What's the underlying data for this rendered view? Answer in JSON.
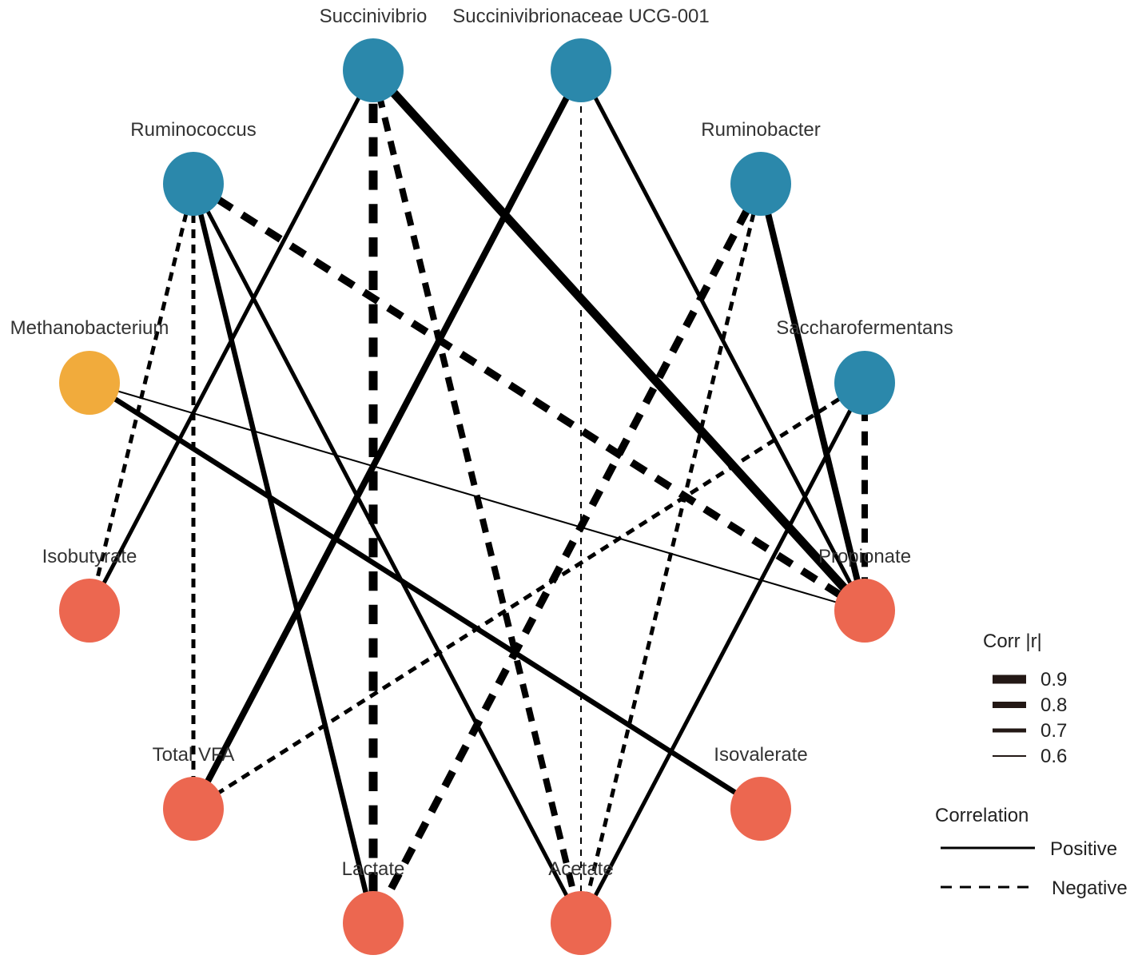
{
  "colors": {
    "bacteria": "#2b88ab",
    "archaea": "#f1ab3c",
    "metabolite": "#ec6750",
    "edge": "#000000"
  },
  "nodes": [
    {
      "id": "succinivibrio",
      "label": "Succinivibrio",
      "group": "bacteria"
    },
    {
      "id": "ucg001",
      "label": "Succinivibrionaceae UCG-001",
      "group": "bacteria"
    },
    {
      "id": "ruminococcus",
      "label": "Ruminococcus",
      "group": "bacteria"
    },
    {
      "id": "ruminobacter",
      "label": "Ruminobacter",
      "group": "bacteria"
    },
    {
      "id": "methanobacterium",
      "label": "Methanobacterium",
      "group": "archaea"
    },
    {
      "id": "saccharofermentans",
      "label": "Saccharofermentans",
      "group": "bacteria"
    },
    {
      "id": "isobutyrate",
      "label": "Isobutyrate",
      "group": "metabolite"
    },
    {
      "id": "propionate",
      "label": "Propionate",
      "group": "metabolite"
    },
    {
      "id": "totalvfa",
      "label": "Total VFA",
      "group": "metabolite"
    },
    {
      "id": "isovalerate",
      "label": "Isovalerate",
      "group": "metabolite"
    },
    {
      "id": "lactate",
      "label": "Lactate",
      "group": "metabolite"
    },
    {
      "id": "acetate",
      "label": "Acetate",
      "group": "metabolite"
    }
  ],
  "edges": [
    {
      "source": "succinivibrio",
      "target": "lactate",
      "r": 0.9,
      "sign": "negative"
    },
    {
      "source": "succinivibrio",
      "target": "propionate",
      "r": 0.9,
      "sign": "positive"
    },
    {
      "source": "succinivibrio",
      "target": "acetate",
      "r": 0.8,
      "sign": "negative"
    },
    {
      "source": "succinivibrio",
      "target": "isobutyrate",
      "r": 0.7,
      "sign": "positive"
    },
    {
      "source": "ucg001",
      "target": "totalvfa",
      "r": 0.8,
      "sign": "positive"
    },
    {
      "source": "ucg001",
      "target": "acetate",
      "r": 0.6,
      "sign": "negative"
    },
    {
      "source": "ucg001",
      "target": "propionate",
      "r": 0.7,
      "sign": "positive"
    },
    {
      "source": "ruminococcus",
      "target": "propionate",
      "r": 0.85,
      "sign": "negative"
    },
    {
      "source": "ruminococcus",
      "target": "isobutyrate",
      "r": 0.7,
      "sign": "negative"
    },
    {
      "source": "ruminococcus",
      "target": "totalvfa",
      "r": 0.7,
      "sign": "negative"
    },
    {
      "source": "ruminococcus",
      "target": "lactate",
      "r": 0.75,
      "sign": "positive"
    },
    {
      "source": "ruminococcus",
      "target": "acetate",
      "r": 0.7,
      "sign": "positive"
    },
    {
      "source": "ruminobacter",
      "target": "lactate",
      "r": 0.85,
      "sign": "negative"
    },
    {
      "source": "ruminobacter",
      "target": "acetate",
      "r": 0.7,
      "sign": "negative"
    },
    {
      "source": "ruminobacter",
      "target": "propionate",
      "r": 0.8,
      "sign": "positive"
    },
    {
      "source": "methanobacterium",
      "target": "propionate",
      "r": 0.6,
      "sign": "positive"
    },
    {
      "source": "methanobacterium",
      "target": "isovalerate",
      "r": 0.75,
      "sign": "positive"
    },
    {
      "source": "saccharofermentans",
      "target": "propionate",
      "r": 0.8,
      "sign": "negative"
    },
    {
      "source": "saccharofermentans",
      "target": "totalvfa",
      "r": 0.7,
      "sign": "negative"
    },
    {
      "source": "saccharofermentans",
      "target": "acetate",
      "r": 0.7,
      "sign": "positive"
    }
  ],
  "legend": {
    "width_title": "Corr |r|",
    "width_items": [
      {
        "label": "0.9",
        "r": 0.9
      },
      {
        "label": "0.8",
        "r": 0.8
      },
      {
        "label": "0.7",
        "r": 0.7
      },
      {
        "label": "0.6",
        "r": 0.6
      }
    ],
    "type_title": "Correlation",
    "type_items": [
      {
        "label": "Positive",
        "sign": "positive"
      },
      {
        "label": "Negative",
        "sign": "negative"
      }
    ]
  }
}
